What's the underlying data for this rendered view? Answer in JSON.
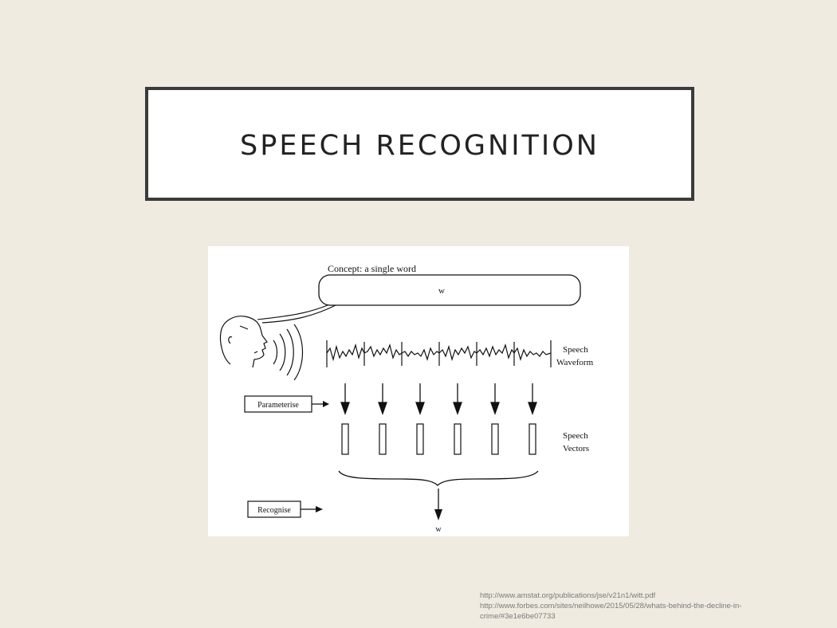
{
  "slide": {
    "title": "SPEECH RECOGNITION"
  },
  "diagram": {
    "concept_label": "Concept: a single word",
    "word_symbol": "w",
    "waveform_label_line1": "Speech",
    "waveform_label_line2": "Waveform",
    "parameterise_label": "Parameterise",
    "vectors_label_line1": "Speech",
    "vectors_label_line2": "Vectors",
    "recognise_label": "Recognise",
    "output_symbol": "w"
  },
  "references": {
    "line1": "http://www.amstat.org/publications/jse/v21n1/witt.pdf",
    "line2": "http://www.forbes.com/sites/neilhowe/2015/05/28/whats-behind-the-decline-in-",
    "line3": "crime/#3e1e6be07733"
  },
  "colors": {
    "background": "#efebe0",
    "title_border": "#3b3b3b",
    "diagram_ink": "#111111",
    "reference_text": "#7a7a7a"
  }
}
